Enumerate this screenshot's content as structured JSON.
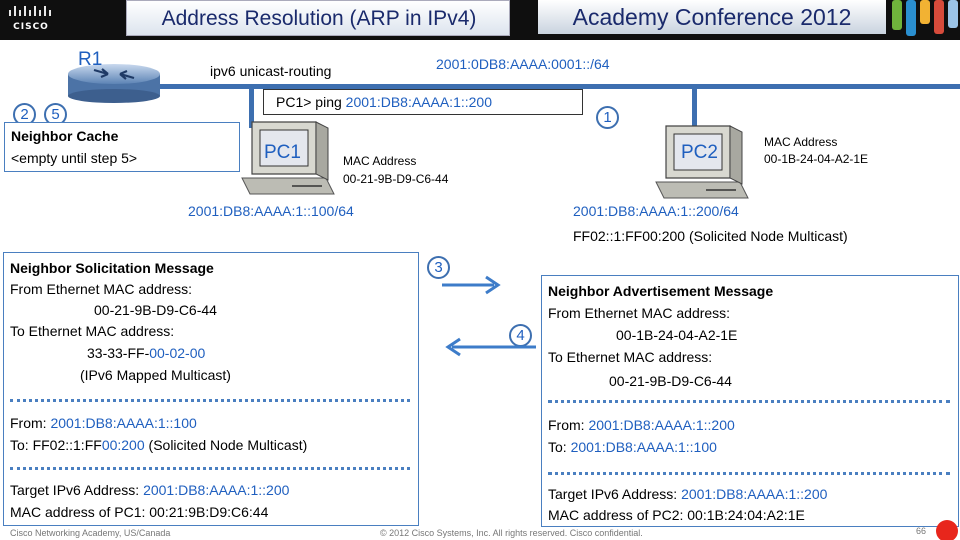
{
  "header": {
    "logo_text": "CISCO",
    "title": "Address Resolution (ARP in IPv4)",
    "conference": "Academy Conference 2012"
  },
  "network": {
    "router_label": "R1",
    "routing_cmd": "ipv6 unicast-routing",
    "prefix": "2001:0DB8:AAAA:0001::/64",
    "ping_prompt": "PC1> ping ",
    "ping_target": "2001:DB8:AAAA:1::200",
    "neighbor_cache_title": "Neighbor Cache",
    "neighbor_cache_value": "<empty until step 5>",
    "pc1": {
      "label": "PC1",
      "mac_label": "MAC Address",
      "mac": "00-21-9B-D9-C6-44",
      "ipv6": "2001:DB8:AAAA:1::100/64"
    },
    "pc2": {
      "label": "PC2",
      "mac_label": "MAC Address",
      "mac": "00-1B-24-04-A2-1E",
      "ipv6": "2001:DB8:AAAA:1::200/64",
      "solicited": "FF02::1:FF00:200 (Solicited Node Multicast)"
    },
    "steps": [
      "1",
      "2",
      "5",
      "3",
      "4"
    ]
  },
  "ns_message": {
    "title": "Neighbor Solicitation Message",
    "from_mac_label": "From Ethernet MAC address:",
    "from_mac": "00-21-9B-D9-C6-44",
    "to_mac_label": "To Ethernet MAC address:",
    "to_mac_prefix": "33-33-FF-",
    "to_mac_suffix": "00-02-00",
    "to_mac_note": "(IPv6 Mapped Multicast)",
    "from_label": "From: ",
    "from_ip": "2001:DB8:AAAA:1::100",
    "to_label": "To: FF02::1:FF",
    "to_ip_suffix": "00:200",
    "to_note": " (Solicited Node Multicast)",
    "target_label": "Target IPv6 Address: ",
    "target_ip": "2001:DB8:AAAA:1::200",
    "mac_of": "MAC address of PC1: 00:21:9B:D9:C6:44"
  },
  "na_message": {
    "title": "Neighbor Advertisement Message",
    "from_mac_label": "From Ethernet MAC address:",
    "from_mac": "00-1B-24-04-A2-1E",
    "to_mac_label": "To Ethernet MAC address:",
    "to_mac": "00-21-9B-D9-C6-44",
    "from_label": "From: ",
    "from_ip": "2001:DB8:AAAA:1::200",
    "to_label": "To: ",
    "to_ip": "2001:DB8:AAAA:1::100",
    "target_label": "Target IPv6 Address: ",
    "target_ip": "2001:DB8:AAAA:1::200",
    "mac_of": "MAC address of PC2: 00:1B:24:04:A2:1E"
  },
  "footer": {
    "left": "Cisco Networking Academy, US/Canada",
    "center": "© 2012 Cisco Systems, Inc. All rights reserved. Cisco confidential.",
    "page": "66"
  },
  "colors": {
    "accent_blue": "#1f5fbf",
    "line_blue": "#3d6fb0",
    "header_bg": "#0f0f0f",
    "red_dot": "#e8261c"
  }
}
